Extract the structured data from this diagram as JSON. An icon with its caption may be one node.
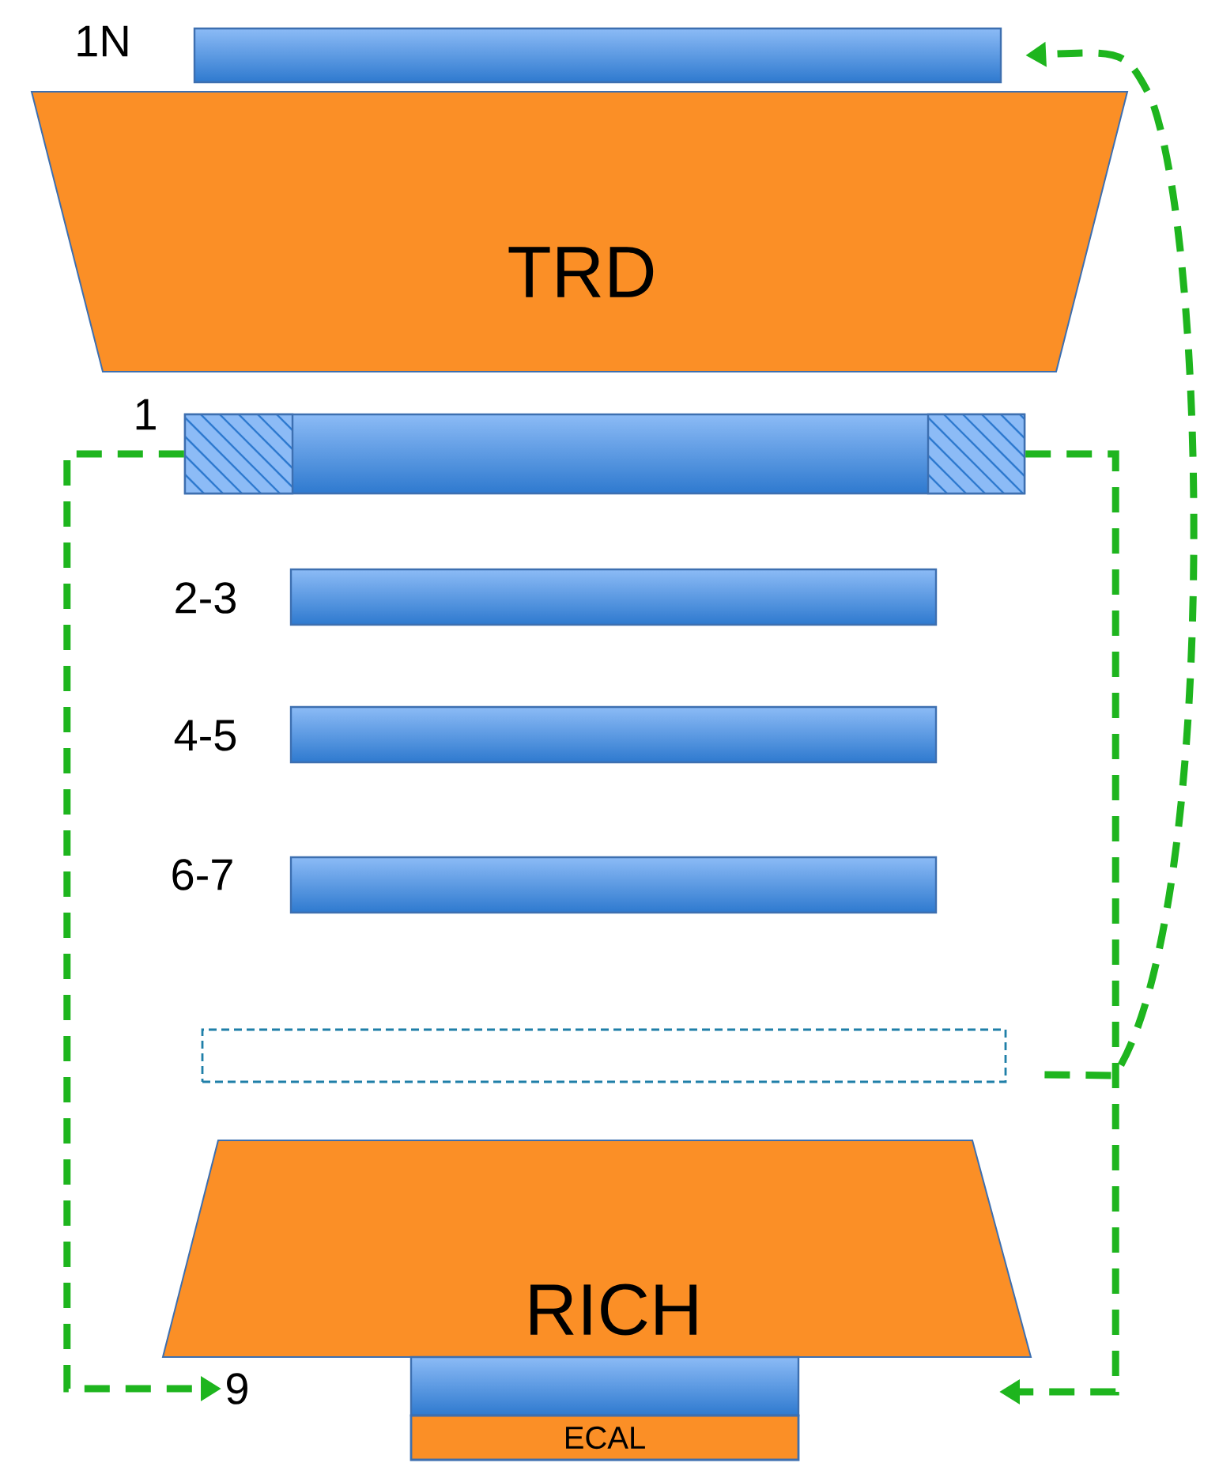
{
  "diagram": {
    "nodes": [
      {
        "text": [],
        "shape": "bar"
      },
      {
        "text": [
          "TRD"
        ]
      },
      {
        "text": [],
        "shape": "bar",
        "beside": [
          "1"
        ]
      },
      {
        "text": [],
        "shape": "bar",
        "beside": [
          "2-3"
        ]
      },
      {
        "text": [],
        "shape": "bar",
        "beside": [
          "4-5"
        ]
      },
      {
        "text": [],
        "shape": "bar",
        "beside": [
          "6-7"
        ]
      },
      {
        "text": [],
        "shape": "box"
      },
      {
        "text": [
          "RICH"
        ]
      },
      {
        "text": [],
        "shape": "bar"
      },
      {
        "text": [
          "ECAL"
        ]
      },
      {
        "text": [
          "9"
        ]
      }
    ],
    "labels": [
      "1N"
    ],
    "edges": [
      {
        "from": 2,
        "to": 10,
        "arrow": "to",
        "style": "dashed"
      },
      {
        "from": 2,
        "to": null,
        "arrow": "to",
        "style": "dashed"
      },
      {
        "from": 6,
        "to": 0,
        "arrow": "to",
        "style": "dashed"
      }
    ]
  }
}
